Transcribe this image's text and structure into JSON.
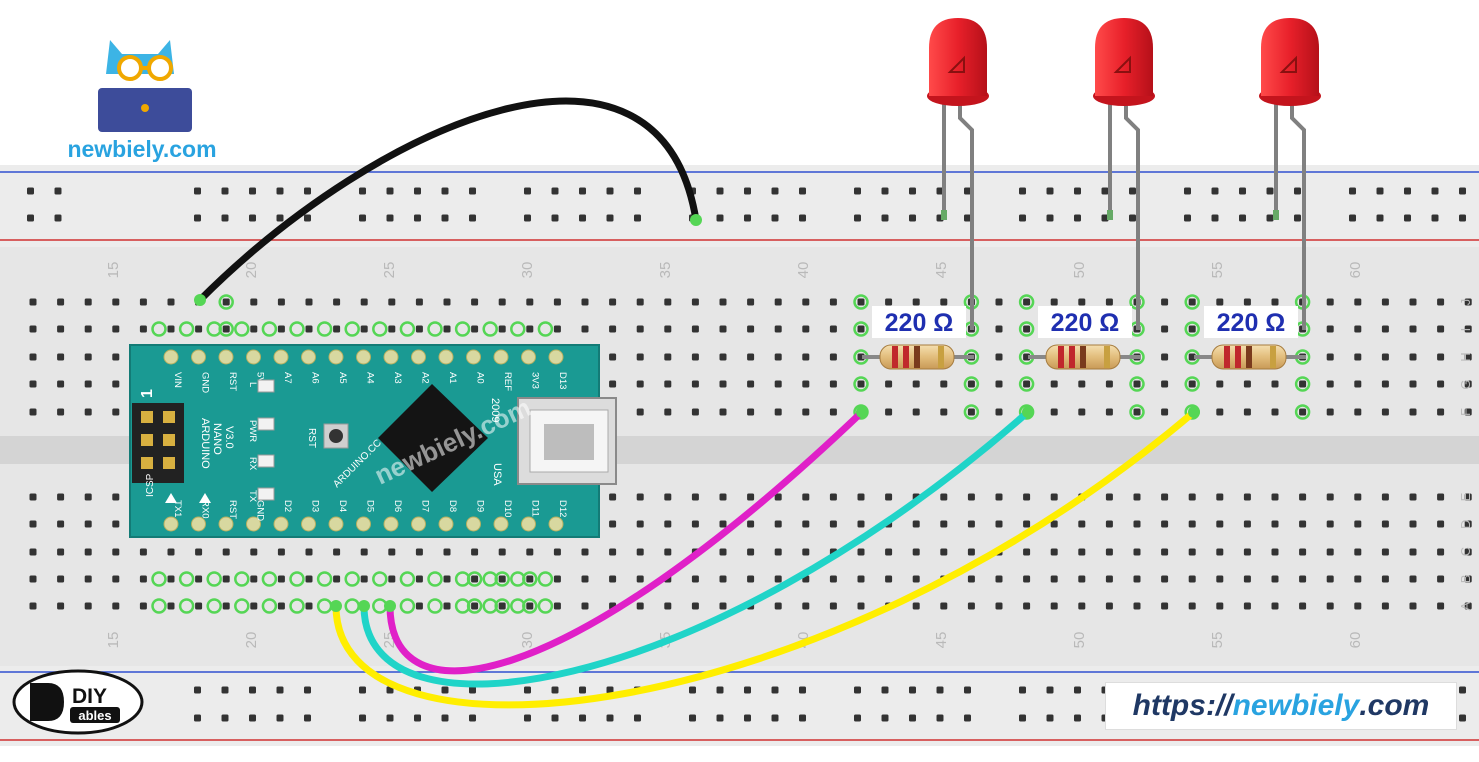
{
  "brand": {
    "name": "newbiely.com",
    "watermark": "newbiely.com",
    "owl_color": "#3cb4e5",
    "laptop_color": "#3d4c9a",
    "text_color": "#29a3e0"
  },
  "footer": {
    "diy_logo_text": "DIY",
    "diy_logo_sub": "ables",
    "url_prefix": "https://",
    "url_domain": "newbiely",
    "url_suffix": ".com"
  },
  "breadboard": {
    "column_numbers": [
      "15",
      "20",
      "25",
      "30",
      "35",
      "40",
      "45",
      "50",
      "55",
      "60"
    ],
    "row_letters_top": [
      "J",
      "I",
      "H",
      "G",
      "F"
    ],
    "row_letters_bottom": [
      "E",
      "D",
      "C",
      "B",
      "A"
    ]
  },
  "arduino": {
    "color": "#1a9a93",
    "header_label": "1",
    "icsp_label": "ICSP",
    "model_lines": [
      "ARDUINO",
      "NANO",
      "V3.0"
    ],
    "top_pins": [
      "D13",
      "3V3",
      "REF",
      "A0",
      "A1",
      "A2",
      "A3",
      "A4",
      "A5",
      "A6",
      "A7",
      "5V",
      "RST",
      "GND",
      "VIN"
    ],
    "bottom_pins": [
      "D12",
      "D11",
      "D10",
      "D9",
      "D8",
      "D7",
      "D6",
      "D5",
      "D4",
      "D3",
      "D2",
      "GND",
      "RST",
      "RX0",
      "TX1"
    ],
    "leds": [
      "L",
      "PWR",
      "RX",
      "TX"
    ],
    "reset_label": "RST",
    "year": "2009",
    "country": "USA",
    "website": "ARDUINO.CC"
  },
  "resistors": [
    {
      "label": "220 Ω"
    },
    {
      "label": "220 Ω"
    },
    {
      "label": "220 Ω"
    }
  ],
  "colors": {
    "led_red": "#e8202a",
    "wire_black": "#111111",
    "wire_magenta": "#e020c8",
    "wire_cyan": "#20d4c8",
    "wire_yellow": "#ffee00",
    "rail_blue": "#3050d0",
    "rail_red": "#d03030",
    "label_blue": "#1f2fb0"
  }
}
